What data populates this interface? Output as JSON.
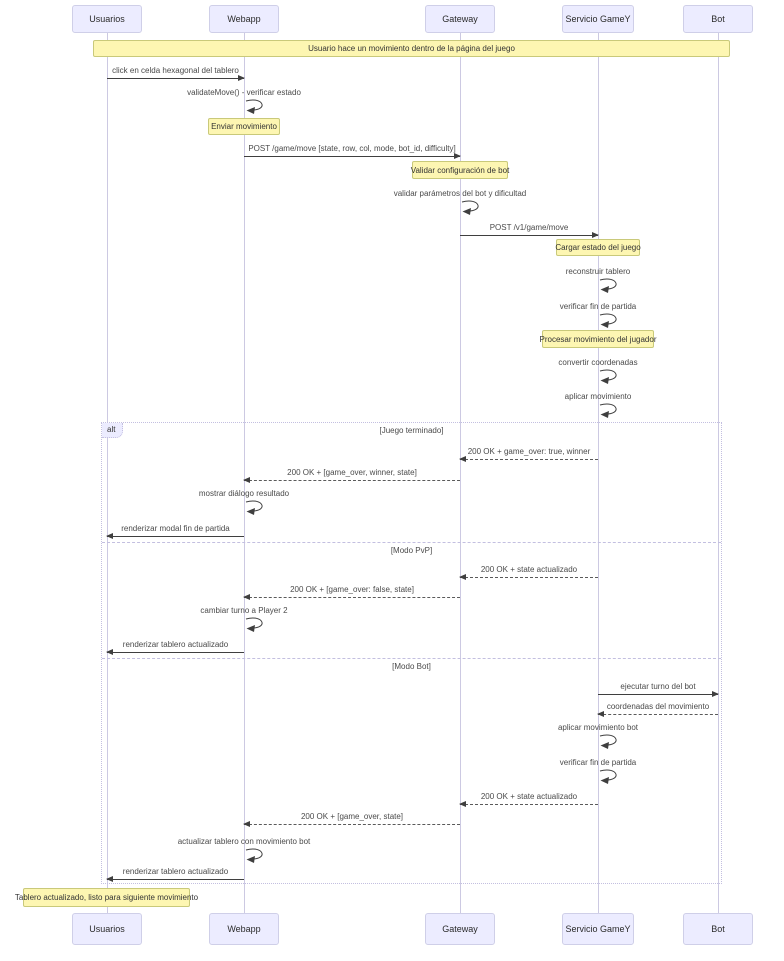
{
  "participants": [
    {
      "name": "Usuarios"
    },
    {
      "name": "Webapp"
    },
    {
      "name": "Gateway"
    },
    {
      "name": "Servicio GameY"
    },
    {
      "name": "Bot"
    }
  ],
  "notes": {
    "overview": "Usuario hace un movimiento dentro de la página del juego",
    "enviar_movimiento": "Enviar movimiento",
    "validar_configuracion": "Validar configuración de bot",
    "cargar_estado": "Cargar estado del juego",
    "procesar_movimiento": "Procesar movimiento del jugador",
    "tablero_actualizado": "Tablero actualizado, listo para siguiente movimiento"
  },
  "alt_frame": {
    "tab": "alt",
    "case_juego_terminado": "[Juego terminado]",
    "case_modo_pvp": "[Modo PvP]",
    "case_modo_bot": "[Modo Bot]"
  },
  "messages": [
    {
      "label": "click en celda hexagonal del tablero",
      "from": "Usuarios",
      "to": "Webapp",
      "type": "solid"
    },
    {
      "label": "validateMove() - verificar estado",
      "from": "Webapp",
      "to": "Webapp",
      "type": "self"
    },
    {
      "label": "POST /game/move [state, row, col, mode, bot_id, difficulty]",
      "from": "Webapp",
      "to": "Gateway",
      "type": "solid"
    },
    {
      "label": "validar parámetros del bot y dificultad",
      "from": "Gateway",
      "to": "Gateway",
      "type": "self"
    },
    {
      "label": "POST /v1/game/move",
      "from": "Gateway",
      "to": "Servicio GameY",
      "type": "solid"
    },
    {
      "label": "reconstruir tablero",
      "from": "Servicio GameY",
      "to": "Servicio GameY",
      "type": "self"
    },
    {
      "label": "verificar fin de partida",
      "from": "Servicio GameY",
      "to": "Servicio GameY",
      "type": "self"
    },
    {
      "label": "convertir coordenadas",
      "from": "Servicio GameY",
      "to": "Servicio GameY",
      "type": "self"
    },
    {
      "label": "aplicar movimiento",
      "from": "Servicio GameY",
      "to": "Servicio GameY",
      "type": "self"
    },
    {
      "label": "200 OK + game_over: true, winner",
      "from": "Servicio GameY",
      "to": "Gateway",
      "type": "dashed"
    },
    {
      "label": "200 OK + [game_over, winner, state]",
      "from": "Gateway",
      "to": "Webapp",
      "type": "dashed"
    },
    {
      "label": "mostrar diálogo resultado",
      "from": "Webapp",
      "to": "Webapp",
      "type": "self"
    },
    {
      "label": "renderizar modal fin de partida",
      "from": "Webapp",
      "to": "Usuarios",
      "type": "solid"
    },
    {
      "label": "200 OK + state actualizado",
      "from": "Servicio GameY",
      "to": "Gateway",
      "type": "dashed"
    },
    {
      "label": "200 OK + [game_over: false, state]",
      "from": "Gateway",
      "to": "Webapp",
      "type": "dashed"
    },
    {
      "label": "cambiar turno a Player 2",
      "from": "Webapp",
      "to": "Webapp",
      "type": "self"
    },
    {
      "label": "renderizar tablero actualizado",
      "from": "Webapp",
      "to": "Usuarios",
      "type": "solid"
    },
    {
      "label": "ejecutar turno del bot",
      "from": "Servicio GameY",
      "to": "Bot",
      "type": "solid"
    },
    {
      "label": "coordenadas del movimiento",
      "from": "Bot",
      "to": "Servicio GameY",
      "type": "dashed"
    },
    {
      "label": "aplicar movimiento bot",
      "from": "Servicio GameY",
      "to": "Servicio GameY",
      "type": "self"
    },
    {
      "label": "verificar fin de partida",
      "from": "Servicio GameY",
      "to": "Servicio GameY",
      "type": "self"
    },
    {
      "label": "200 OK + state actualizado",
      "from": "Servicio GameY",
      "to": "Gateway",
      "type": "dashed"
    },
    {
      "label": "200 OK + [game_over, state]",
      "from": "Gateway",
      "to": "Webapp",
      "type": "dashed"
    },
    {
      "label": "actualizar tablero con movimiento bot",
      "from": "Webapp",
      "to": "Webapp",
      "type": "self"
    },
    {
      "label": "renderizar tablero actualizado",
      "from": "Webapp",
      "to": "Usuarios",
      "type": "solid"
    }
  ],
  "colors": {
    "actor_fill": "#ececff",
    "note_fill": "#fdf6b2",
    "note_border": "#c9c97a",
    "arrow": "#3f3f3f",
    "frame_border": "#c3bfe0"
  }
}
